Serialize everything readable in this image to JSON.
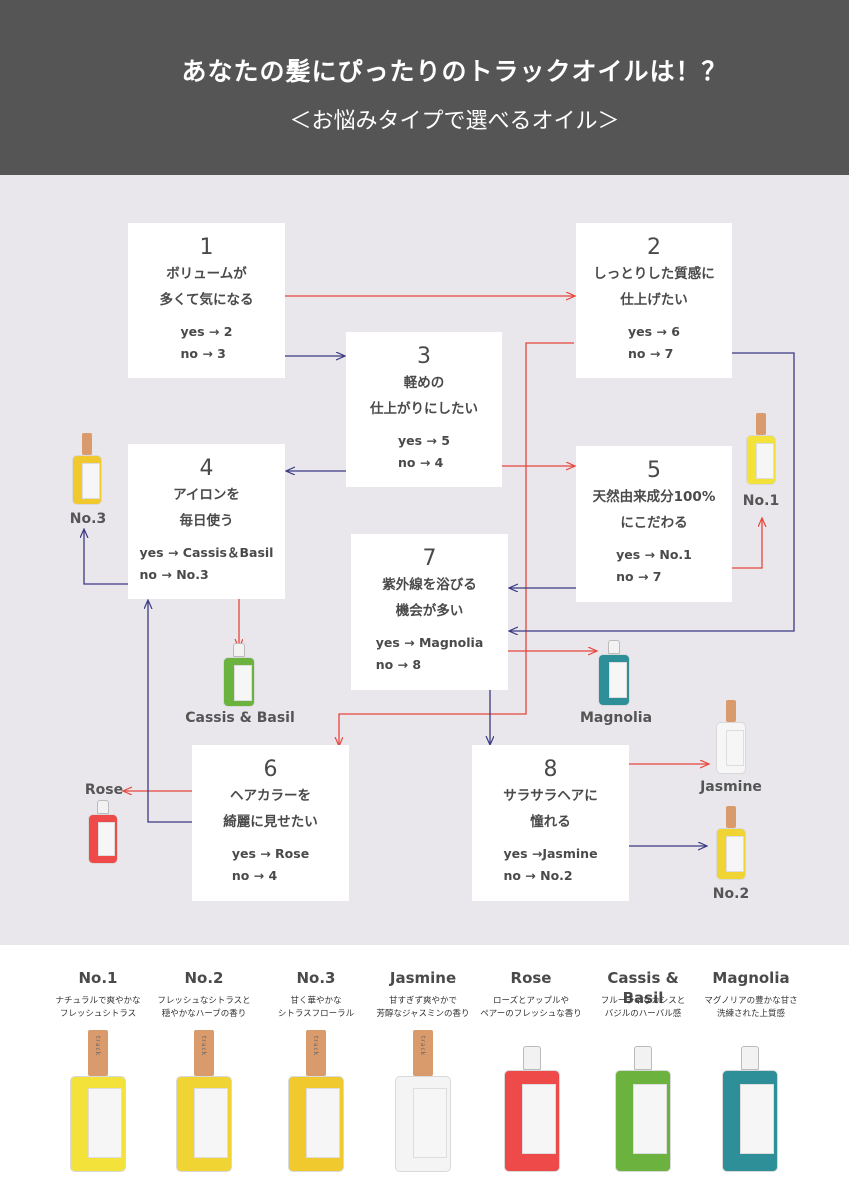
{
  "header": {
    "title": "あなたの髪にぴったりのトラックオイルは！？",
    "subtitle": "＜お悩みタイプで選べるオイル＞"
  },
  "colors": {
    "yes_arrow": "#e8463c",
    "no_arrow": "#3a3a82",
    "header_bg": "#555555",
    "chart_bg": "#e9e7ec"
  },
  "questions": [
    {
      "num": "1",
      "line1": "ボリュームが",
      "line2": "多くて気になる",
      "yes": "yes → 2",
      "no": "no  → 3"
    },
    {
      "num": "2",
      "line1": "しっとりした質感に",
      "line2": "仕上げたい",
      "yes": "yes → 6",
      "no": "no  → 7"
    },
    {
      "num": "3",
      "line1": "軽めの",
      "line2": "仕上がりにしたい",
      "yes": "yes → 5",
      "no": "no  → 4"
    },
    {
      "num": "4",
      "line1": "アイロンを",
      "line2": "毎日使う",
      "yes": "yes → Cassis＆Basil",
      "no": "no  → No.3"
    },
    {
      "num": "5",
      "line1": "天然由来成分100%",
      "line2": "にこだわる",
      "yes": "yes → No.1",
      "no": "no  → 7"
    },
    {
      "num": "6",
      "line1": "ヘアカラーを",
      "line2": "綺麗に見せたい",
      "yes": "yes → Rose",
      "no": "no  → 4"
    },
    {
      "num": "7",
      "line1": "紫外線を浴びる",
      "line2": "機会が多い",
      "yes": "yes → Magnolia",
      "no": "no  → 8"
    },
    {
      "num": "8",
      "line1": "サラサラヘアに",
      "line2": "憧れる",
      "yes": "yes →Jasmine",
      "no": "no  → No.2"
    }
  ],
  "result_labels": {
    "no3": "No.3",
    "no1": "No.1",
    "cassis": "Cassis & Basil",
    "magnolia": "Magnolia",
    "rose": "Rose",
    "jasmine": "Jasmine",
    "no2": "No.2"
  },
  "brand": "track",
  "products": [
    {
      "name": "No.1",
      "desc1": "ナチュラルで爽やかな",
      "desc2": "フレッシュシトラス",
      "color": "#f2e23a",
      "cap": "#d99a6c"
    },
    {
      "name": "No.2",
      "desc1": "フレッシュなシトラスと",
      "desc2": "穏やかなハーブの香り",
      "color": "#f0d434",
      "cap": "#d99a6c"
    },
    {
      "name": "No.3",
      "desc1": "甘く華やかな",
      "desc2": "シトラスフローラル",
      "color": "#efc92e",
      "cap": "#d99a6c"
    },
    {
      "name": "Jasmine",
      "desc1": "甘すぎず爽やかで",
      "desc2": "芳醇なジャスミンの香り",
      "color": "#f3f3f3",
      "cap": "#d99a6c"
    },
    {
      "name": "Rose",
      "desc1": "ローズとアップルや",
      "desc2": "ペアーのフレッシュな香り",
      "color": "#ee4a4a",
      "cap": "glass"
    },
    {
      "name": "Cassis & Basil",
      "desc1": "フルーティなカシスと",
      "desc2": "バジルのハーバル感",
      "color": "#6bb33e",
      "cap": "glass"
    },
    {
      "name": "Magnolia",
      "desc1": "マグノリアの豊かな甘さ",
      "desc2": "洗練された上質感",
      "color": "#2e8f98",
      "cap": "glass"
    }
  ]
}
